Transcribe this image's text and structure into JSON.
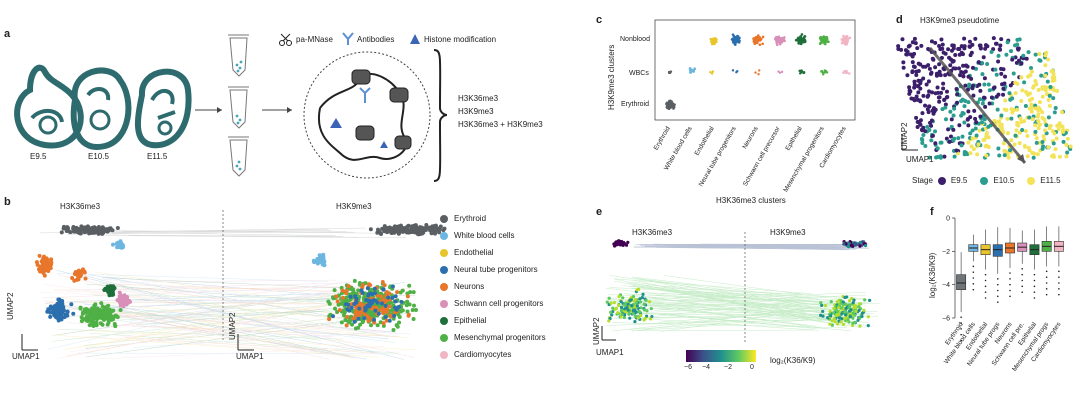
{
  "panels": {
    "a": "a",
    "b": "b",
    "c": "c",
    "d": "d",
    "e": "e",
    "f": "f"
  },
  "panel_a": {
    "stages": [
      "E9.5",
      "E10.5",
      "E11.5"
    ],
    "legend": {
      "mnase": "pa-MNase",
      "antibodies": "Antibodies",
      "histone": "Histone modification"
    },
    "marks": [
      "H3K36me3",
      "H3K9me3",
      "H3K36me3 + H3K9me3"
    ]
  },
  "panel_b": {
    "left_title": "H3K36me3",
    "right_title": "H3K9me3",
    "umap1": "UMAP1",
    "umap2": "UMAP2",
    "legend": [
      {
        "name": "Erythroid",
        "color": "#5a5f63"
      },
      {
        "name": "White blood cells",
        "color": "#6cb6e0"
      },
      {
        "name": "Endothelial",
        "color": "#e8c52a"
      },
      {
        "name": "Neural tube progenitors",
        "color": "#2b6fae"
      },
      {
        "name": "Neurons",
        "color": "#e8762b"
      },
      {
        "name": "Schwann cell progenitors",
        "color": "#d88fb8"
      },
      {
        "name": "Epithelial",
        "color": "#1f6f3a"
      },
      {
        "name": "Mesenchymal progenitors",
        "color": "#4fb045"
      },
      {
        "name": "Cardiomyocytes",
        "color": "#f2b5c3"
      }
    ]
  },
  "panel_c": {
    "ylabel": "H3K9me3 clusters",
    "xlabel": "H3K36me3 clusters",
    "yticks": [
      "Nonblood",
      "WBCs",
      "Erythroid"
    ],
    "xticks": [
      "Erythroid",
      "White blood cells",
      "Endothelial",
      "Neural tube progenitors",
      "Neurons",
      "Schwann cell precursor",
      "Epithelial",
      "Mesenchymal progenitors",
      "Cardiomyocytes"
    ]
  },
  "panel_d": {
    "title": "H3K9me3 pseudotime",
    "umap1": "UMAP1",
    "umap2": "UMAP2",
    "stage_label": "Stage",
    "stages": [
      {
        "name": "E9.5",
        "color": "#3b1f6b"
      },
      {
        "name": "E10.5",
        "color": "#2a9d8f"
      },
      {
        "name": "E11.5",
        "color": "#f3e35a"
      }
    ]
  },
  "panel_e": {
    "left_title": "H3K36me3",
    "right_title": "H3K9me3",
    "umap1": "UMAP1",
    "umap2": "UMAP2",
    "colorbar_ticks": [
      "−6",
      "−4",
      "−2",
      "0"
    ],
    "colorbar_label": "log₂(K36/K9)"
  },
  "chart_data": {
    "type": "box",
    "ylabel": "log₂(K36/K9)",
    "ylim": [
      -6,
      0
    ],
    "yticks": [
      "0",
      "−2",
      "−4",
      "−6"
    ],
    "categories": [
      "Erythroid",
      "White blood cells",
      "Endothelial",
      "Neural tube progs",
      "Neurons",
      "Schwann cell pre.",
      "Epithelial",
      "Mesenchymal progs",
      "Cardiomyocytes"
    ],
    "medians": [
      -3.9,
      -1.8,
      -1.9,
      -1.9,
      -1.8,
      -1.75,
      -1.9,
      -1.7,
      -1.7
    ],
    "q1": [
      -4.3,
      -2.0,
      -2.2,
      -2.3,
      -2.1,
      -2.0,
      -2.2,
      -2.0,
      -2.0
    ],
    "q3": [
      -3.4,
      -1.6,
      -1.6,
      -1.6,
      -1.5,
      -1.5,
      -1.6,
      -1.4,
      -1.4
    ],
    "colors": [
      "#6e7478",
      "#6cb6e0",
      "#e8c52a",
      "#2b6fae",
      "#e8762b",
      "#d88fb8",
      "#1f6f3a",
      "#4fb045",
      "#f2b5c3"
    ]
  }
}
